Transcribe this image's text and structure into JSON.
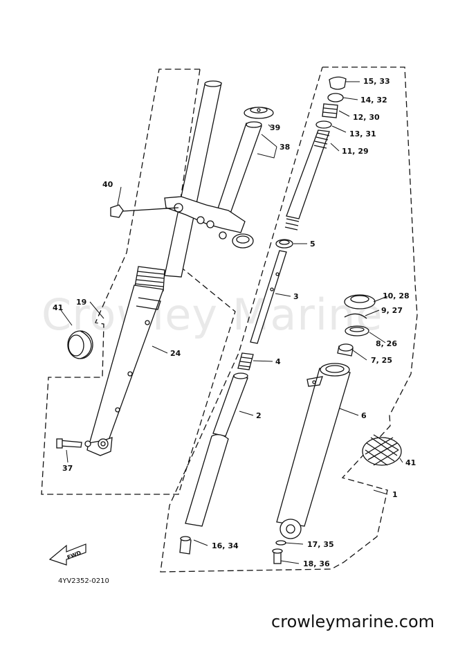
{
  "watermark": "Crowley Marine",
  "site_url": "crowleymarine.com",
  "drawing_code": "4YV2352-0210",
  "fwd_label": "FWD",
  "callouts": {
    "c1": "1",
    "c2": "2",
    "c3": "3",
    "c4": "4",
    "c5": "5",
    "c6": "6",
    "c7": "7, 25",
    "c8": "8, 26",
    "c9": "9, 27",
    "c10": "10, 28",
    "c11": "11, 29",
    "c12": "12, 30",
    "c13": "13, 31",
    "c14": "14, 32",
    "c15": "15, 33",
    "c16": "16, 34",
    "c17": "17, 35",
    "c18": "18, 36",
    "c19": "19",
    "c24": "24",
    "c37": "37",
    "c38": "38",
    "c39": "39",
    "c40": "40",
    "c41a": "41",
    "c41b": "41"
  }
}
